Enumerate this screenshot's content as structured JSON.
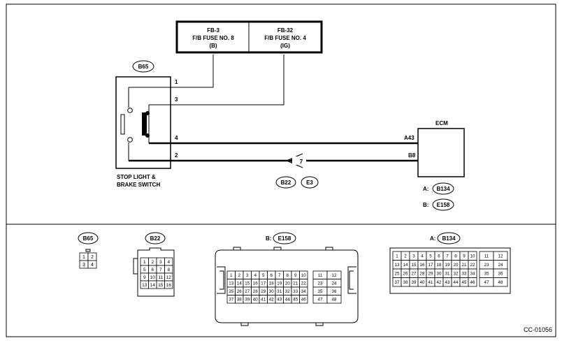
{
  "fuses": [
    {
      "id": "FB-3",
      "name": "F/B FUSE NO. 8",
      "terminal": "(B)"
    },
    {
      "id": "FB-32",
      "name": "F/B FUSE NO. 4",
      "terminal": "(IG)"
    }
  ],
  "switch": {
    "connector": "B65",
    "name_line1": "STOP LIGHT &",
    "name_line2": "BRAKE SWITCH",
    "pins": [
      "1",
      "3",
      "4",
      "2"
    ]
  },
  "ecm": {
    "label": "ECM",
    "pin_a": "A43",
    "pin_b": "B8",
    "conn_a_prefix": "A:",
    "conn_a": "B134",
    "conn_b_prefix": "B:",
    "conn_b": "E158"
  },
  "junction": {
    "pin": "7",
    "conn1": "B22",
    "conn2": "E3"
  },
  "connectors": {
    "b65": {
      "label": "B65",
      "rows": [
        [
          "1",
          "2"
        ],
        [
          "3",
          "4"
        ]
      ]
    },
    "b22": {
      "label": "B22",
      "rows": [
        [
          "1",
          "2",
          "3",
          "4"
        ],
        [
          "5",
          "6",
          "7",
          "8"
        ],
        [
          "9",
          "10",
          "11",
          "12"
        ],
        [
          "13",
          "14",
          "15",
          "16"
        ]
      ]
    },
    "e158": {
      "prefix": "B:",
      "label": "E158",
      "main_rows": [
        [
          "1",
          "2",
          "3",
          "4",
          "5",
          "6",
          "7",
          "8",
          "9",
          "10"
        ],
        [
          "13",
          "14",
          "15",
          "16",
          "17",
          "18",
          "19",
          "20",
          "21",
          "22"
        ],
        [
          "25",
          "26",
          "27",
          "28",
          "29",
          "30",
          "31",
          "32",
          "33",
          "34"
        ],
        [
          "37",
          "38",
          "39",
          "40",
          "41",
          "42",
          "43",
          "44",
          "45",
          "46"
        ]
      ],
      "side_rows": [
        [
          "11",
          "12"
        ],
        [
          "23",
          "24"
        ],
        [
          "35",
          "36"
        ],
        [
          "47",
          "48"
        ]
      ]
    },
    "b134": {
      "prefix": "A:",
      "label": "B134",
      "main_rows": [
        [
          "1",
          "2",
          "3",
          "4",
          "5",
          "6",
          "7",
          "8",
          "9",
          "10"
        ],
        [
          "13",
          "14",
          "15",
          "16",
          "17",
          "18",
          "19",
          "20",
          "21",
          "22"
        ],
        [
          "25",
          "26",
          "27",
          "28",
          "29",
          "30",
          "31",
          "32",
          "33",
          "34"
        ],
        [
          "37",
          "38",
          "39",
          "40",
          "41",
          "42",
          "43",
          "44",
          "45",
          "46"
        ]
      ],
      "side_rows": [
        [
          "11",
          "12"
        ],
        [
          "23",
          "24"
        ],
        [
          "35",
          "36"
        ],
        [
          "47",
          "48"
        ]
      ]
    }
  },
  "figure_code": "CC-01056"
}
